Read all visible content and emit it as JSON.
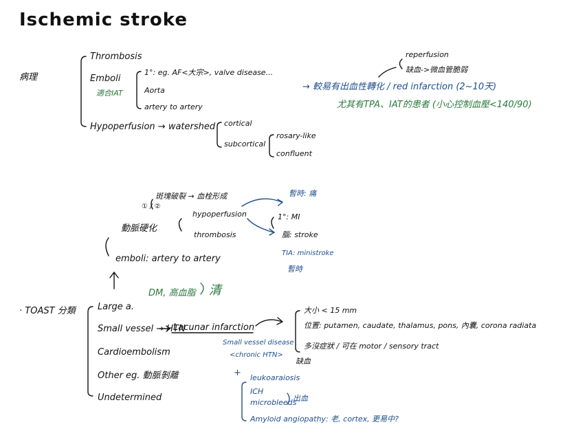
{
  "title": "Ischemic stroke",
  "section1": {
    "label": "病理",
    "thrombosis": "Thrombosis",
    "emboli": "Emboli",
    "emboli_note": "適合IAT",
    "emboli_sources": [
      "1°: eg. AF<大宗>, valve disease...",
      "Aorta",
      "artery to artery"
    ],
    "hypoperfusion": "Hypoperfusion → watershed",
    "watershed": [
      "cortical",
      "subcortical"
    ],
    "subcortical_types": [
      "rosary-like",
      "confluent"
    ],
    "reperfusion": "reperfusion",
    "vessel_damage": "缺血->微血管脆弱",
    "consequence": "→ 較易有出血性轉化 / red infarction (2~10天)",
    "tpa_note": "尤其有TPA、IAT的患者 (小心控制血壓<140/90)"
  },
  "section2": {
    "side_count": "① / ②",
    "atherosclerosis": "動脈硬化",
    "plaque_note": "斑塊破裂 → 血栓形成",
    "hypoperfusion": "hypoperfusion",
    "thrombosis": "thrombosis",
    "emboli": "emboli: artery to artery",
    "mi_note": "1°: MI",
    "stroke_note": "腦: stroke",
    "transient_note": "暫時: 痛",
    "tia_note": "TIA: ministroke",
    "tia_zh": "暫時"
  },
  "toast": {
    "label": "· TOAST 分類",
    "categories": [
      "Large a.",
      "Small vessel → HTN",
      "Cardioembolism",
      "Other eg. 動脈剝離",
      "Undetermined"
    ],
    "large_risk": "DM, 高血脂",
    "large_result": "清",
    "htn": "HTN",
    "lacunar": "Lacunar infarction",
    "size": "大小 < 15 mm",
    "location": "位置: putamen, caudate, thalamus, pons, 內囊, corona radiata",
    "symptom": "多沒症狀 / 可在 motor / sensory tract",
    "svd": "Small vessel disease",
    "chronic_htn": "<chronic HTN>",
    "plus": "+",
    "svd_features": [
      "leukoaraiosis",
      "ICH",
      "microbleeds",
      "Amyloid angiopathy: 老, cortex, 更易中?"
    ],
    "bleed": "出血",
    "lacunar_note": "缺血"
  }
}
